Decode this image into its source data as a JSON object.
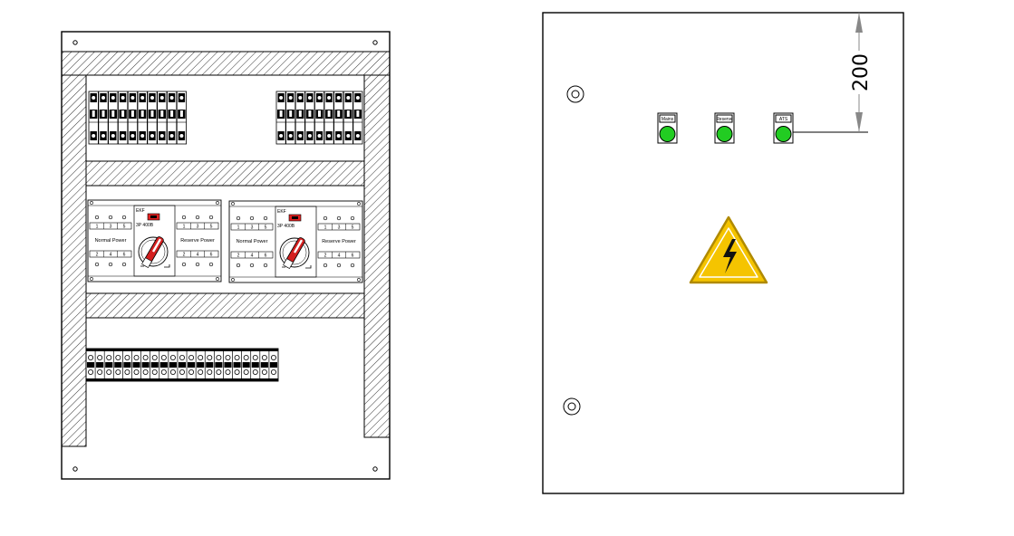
{
  "left_panel": {
    "ats_units": [
      {
        "model": "3P 400B",
        "brand": "EKF",
        "normal_label": "Normal Power",
        "reserve_label": "Reserve Power",
        "terminals_top": [
          "1",
          "3",
          "5"
        ],
        "terminals_bottom": [
          "2",
          "4",
          "6"
        ]
      },
      {
        "model": "3P 400B",
        "brand": "EKF",
        "normal_label": "Normal Power",
        "reserve_label": "Reserve Power",
        "terminals_top": [
          "1",
          "3",
          "5"
        ],
        "terminals_bottom": [
          "2",
          "4",
          "6"
        ]
      }
    ],
    "breaker_group_left_count": 10,
    "breaker_group_right_count": 9,
    "terminal_block_count": 21
  },
  "right_panel": {
    "dimension_label": "200",
    "indicator_labels": [
      "Mains",
      "Reserve",
      "ATS"
    ],
    "indicator_color": "#22cc22",
    "warning_sign": "high-voltage-warning-icon",
    "warning_color": "#f5c400"
  }
}
